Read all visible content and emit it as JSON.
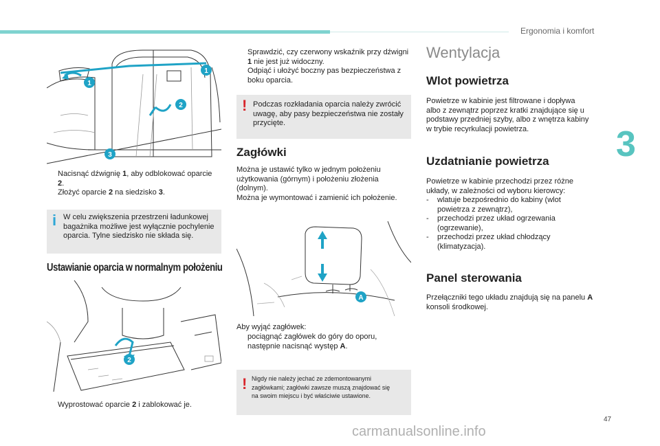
{
  "header": {
    "section": "Ergonomia i komfort",
    "chapter": "3",
    "page_number": "47"
  },
  "watermark": "carmanualsonline.info",
  "col1": {
    "steps1": [
      {
        "mark": "",
        "a": "Nacisnąć dźwignię ",
        "b": "1",
        "c": ", aby odblokować oparcie ",
        "d": "2",
        "e": "."
      },
      {
        "mark": "",
        "a": "Złożyć oparcie ",
        "b": "2",
        "c": " na siedzisko ",
        "d": "3",
        "e": "."
      }
    ],
    "info": "W celu zwiększenia przestrzeni ładunkowej bagażnika możliwe jest wyłącznie pochylenie oparcia. Tylne siedzisko nie składa się.",
    "heading": "Ustawianie oparcia w normalnym położeniu",
    "step_bottom": {
      "mark": "",
      "a": "Wyprostować oparcie ",
      "b": "2",
      "c": " i zablokować je."
    }
  },
  "col2": {
    "steps_top": [
      {
        "mark": "",
        "a": "Sprawdzić, czy czerwony wskaźnik przy dźwigni ",
        "b": "1",
        "c": " nie jest już widoczny."
      },
      {
        "mark": "",
        "a": "Odpiąć i ułożyć boczny pas bezpieczeństwa z boku oparcia.",
        "b": "",
        "c": ""
      }
    ],
    "warning1": "Podczas rozkładania oparcia należy zwrócić uwagę, aby pasy bezpieczeństwa nie zostały przycięte.",
    "heading": "Zagłówki",
    "para": "Można je ustawić tylko w jednym położeniu użytkowania (górnym) i położeniu złożenia (dolnym).\nMożna je wymontować i zamienić ich położenie.",
    "remove_intro": "Aby wyjąć zagłówek:",
    "remove_steps": [
      {
        "mark": "",
        "a": "pociągnąć zagłówek do góry do oporu,",
        "b": "",
        "c": ""
      },
      {
        "mark": "",
        "a": "następnie nacisnąć występ ",
        "b": "A",
        "c": "."
      }
    ],
    "warning2": "Nigdy nie należy jechać ze zdemontowanymi zagłówkami; zagłówki zawsze muszą znajdować się na swoim miejscu i być właściwie ustawione."
  },
  "col3": {
    "section_title": "Wentylacja",
    "h1": "Wlot powietrza",
    "p1": "Powietrze w kabinie jest filtrowane i dopływa albo z zewnątrz poprzez kratki znajdujące się u podstawy przedniej szyby, albo z wnętrza kabiny w trybie recyrkulacji powietrza.",
    "h2": "Uzdatnianie powietrza",
    "p2": "Powietrze w kabinie przechodzi przez różne układy, w zależności od wyboru kierowcy:",
    "list": [
      "wlatuje bezpośrednio do kabiny (wlot powietrza z zewnątrz),",
      "przechodzi przez układ ogrzewania (ogrzewanie),",
      "przechodzi przez układ chłodzący (klimatyzacja)."
    ],
    "h3": "Panel sterowania",
    "p3a": "Przełączniki tego układu znajdują się na panelu ",
    "p3b": "A",
    "p3c": " konsoli środkowej."
  },
  "labels": {
    "one": "1",
    "two": "2",
    "three": "3",
    "a": "A"
  },
  "colors": {
    "accent": "#1fa3c6",
    "warning": "#d8262c",
    "chapter": "#58c4c0"
  }
}
